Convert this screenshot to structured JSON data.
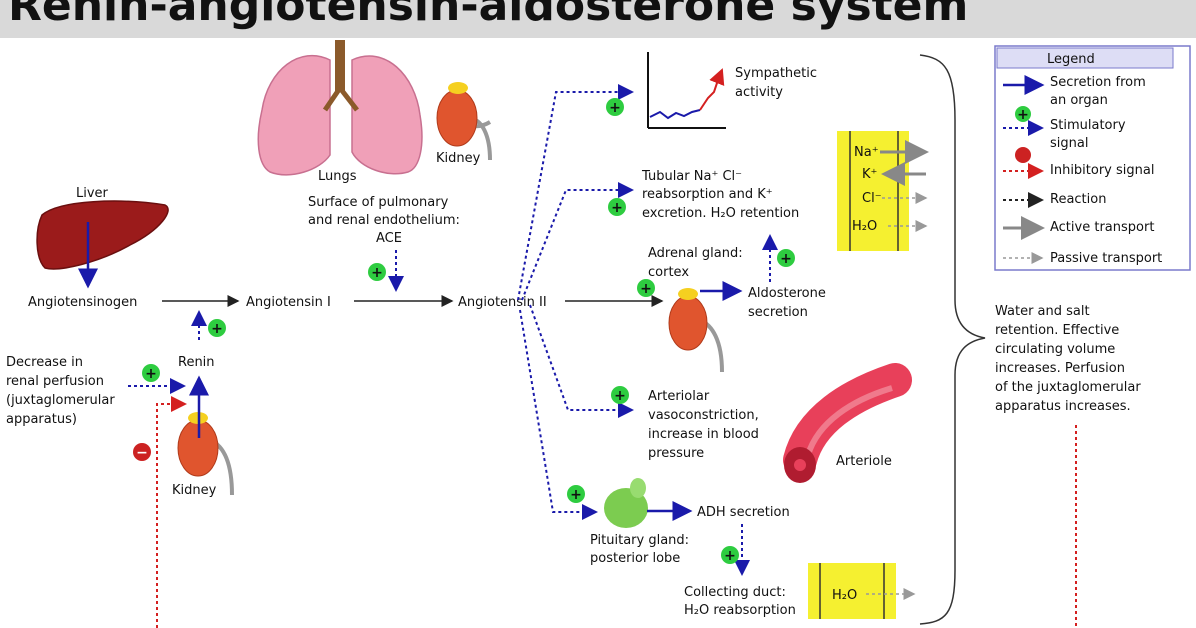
{
  "title": "Renin-angiotensin-aldosterone system",
  "colors": {
    "secretion": "#1a1aaa",
    "stimulatory": "#1a1aaa",
    "inhibitory": "#d42020",
    "reaction": "#222222",
    "active_transport": "#888888",
    "plus_green": "#2ecc40",
    "minus_red": "#cc2222",
    "kidney": "#e0552e",
    "liver": "#9b1b1b",
    "lung": "#f0a0b8",
    "yellow_box": "#f5f030",
    "arteriole": "#e8405a",
    "pituitary": "#7ccc50"
  },
  "labels": {
    "liver": "Liver",
    "lungs": "Lungs",
    "kidney_top": "Kidney",
    "kidney_bottom": "Kidney",
    "surface_line1": "Surface of pulmonary",
    "surface_line2": "and renal endothelium:",
    "surface_line3": "ACE",
    "angiotensinogen": "Angiotensinogen",
    "angiotensin1": "Angiotensin I",
    "angiotensin2": "Angiotensin II",
    "renin": "Renin",
    "decrease_line1": "Decrease in",
    "decrease_line2": "renal perfusion",
    "decrease_line3": "(juxtaglomerular",
    "decrease_line4": "apparatus)",
    "sympathetic_line1": "Sympathetic",
    "sympathetic_line2": "activity",
    "tubular_line1": "Tubular Na⁺ Cl⁻",
    "tubular_line2": "reabsorption and K⁺",
    "tubular_line3": "excretion. H₂O retention",
    "adrenal_line1": "Adrenal gland:",
    "adrenal_line2": "cortex",
    "aldosterone_line1": "Aldosterone",
    "aldosterone_line2": "secretion",
    "arteriolar_line1": "Arteriolar",
    "arteriolar_line2": "vasoconstriction,",
    "arteriolar_line3": "increase in blood",
    "arteriolar_line4": "pressure",
    "arteriole": "Arteriole",
    "adh": "ADH secretion",
    "pituitary_line1": "Pituitary gland:",
    "pituitary_line2": "posterior lobe",
    "collecting_line1": "Collecting duct:",
    "collecting_line2": "H₂O reabsorption",
    "water_line1": "Water and salt",
    "water_line2": "retention. Effective",
    "water_line3": "circulating volume",
    "water_line4": "increases. Perfusion",
    "water_line5": "of the juxtaglomerular",
    "water_line6": "apparatus increases.",
    "ion_na": "Na⁺",
    "ion_k": "K⁺",
    "ion_cl": "Cl⁻",
    "ion_h2o": "H₂O",
    "duct_h2o": "H₂O",
    "plus": "+",
    "minus": "−"
  },
  "legend": {
    "title": "Legend",
    "secretion_line1": "Secretion from",
    "secretion_line2": "an organ",
    "stimulatory_line1": "Stimulatory",
    "stimulatory_line2": "signal",
    "inhibitory": "Inhibitory signal",
    "reaction": "Reaction",
    "active": "Active transport",
    "passive": "Passive transport"
  }
}
